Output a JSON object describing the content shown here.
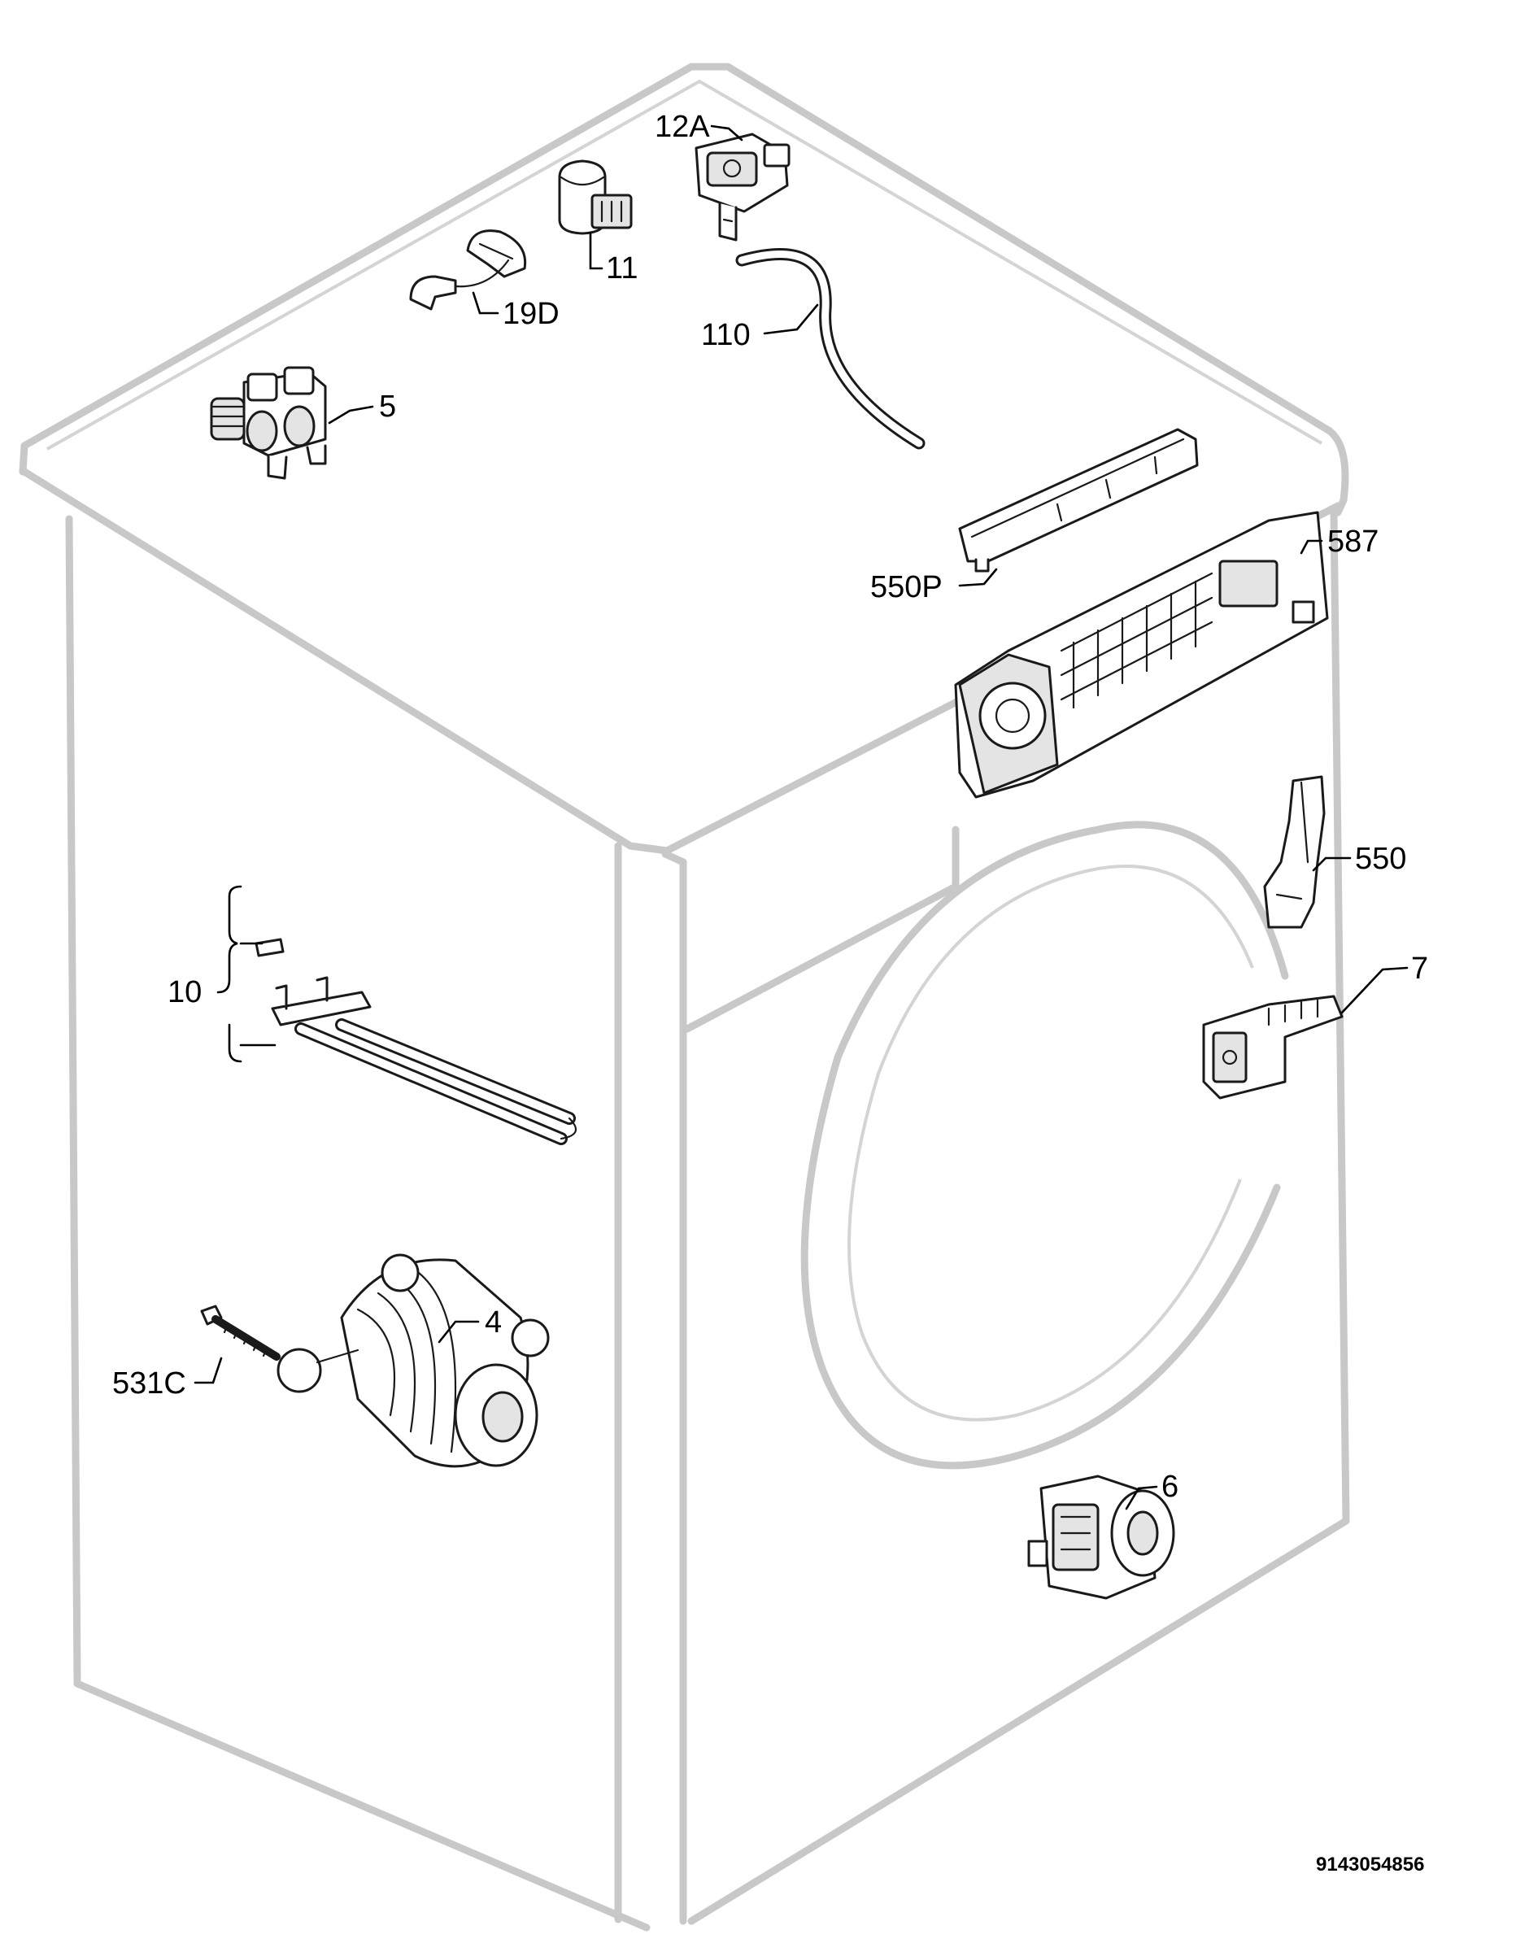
{
  "diagram": {
    "subject": "washing machine cabinet exploded view",
    "document_number": "9143054856",
    "callouts": {
      "c12a": "12A",
      "c11": "11",
      "c19d": "19D",
      "c110": "110",
      "c5": "5",
      "c550p": "550P",
      "c587": "587",
      "c550": "550",
      "c7": "7",
      "c10": "10",
      "c4": "4",
      "c531c": "531C",
      "c6": "6"
    }
  }
}
